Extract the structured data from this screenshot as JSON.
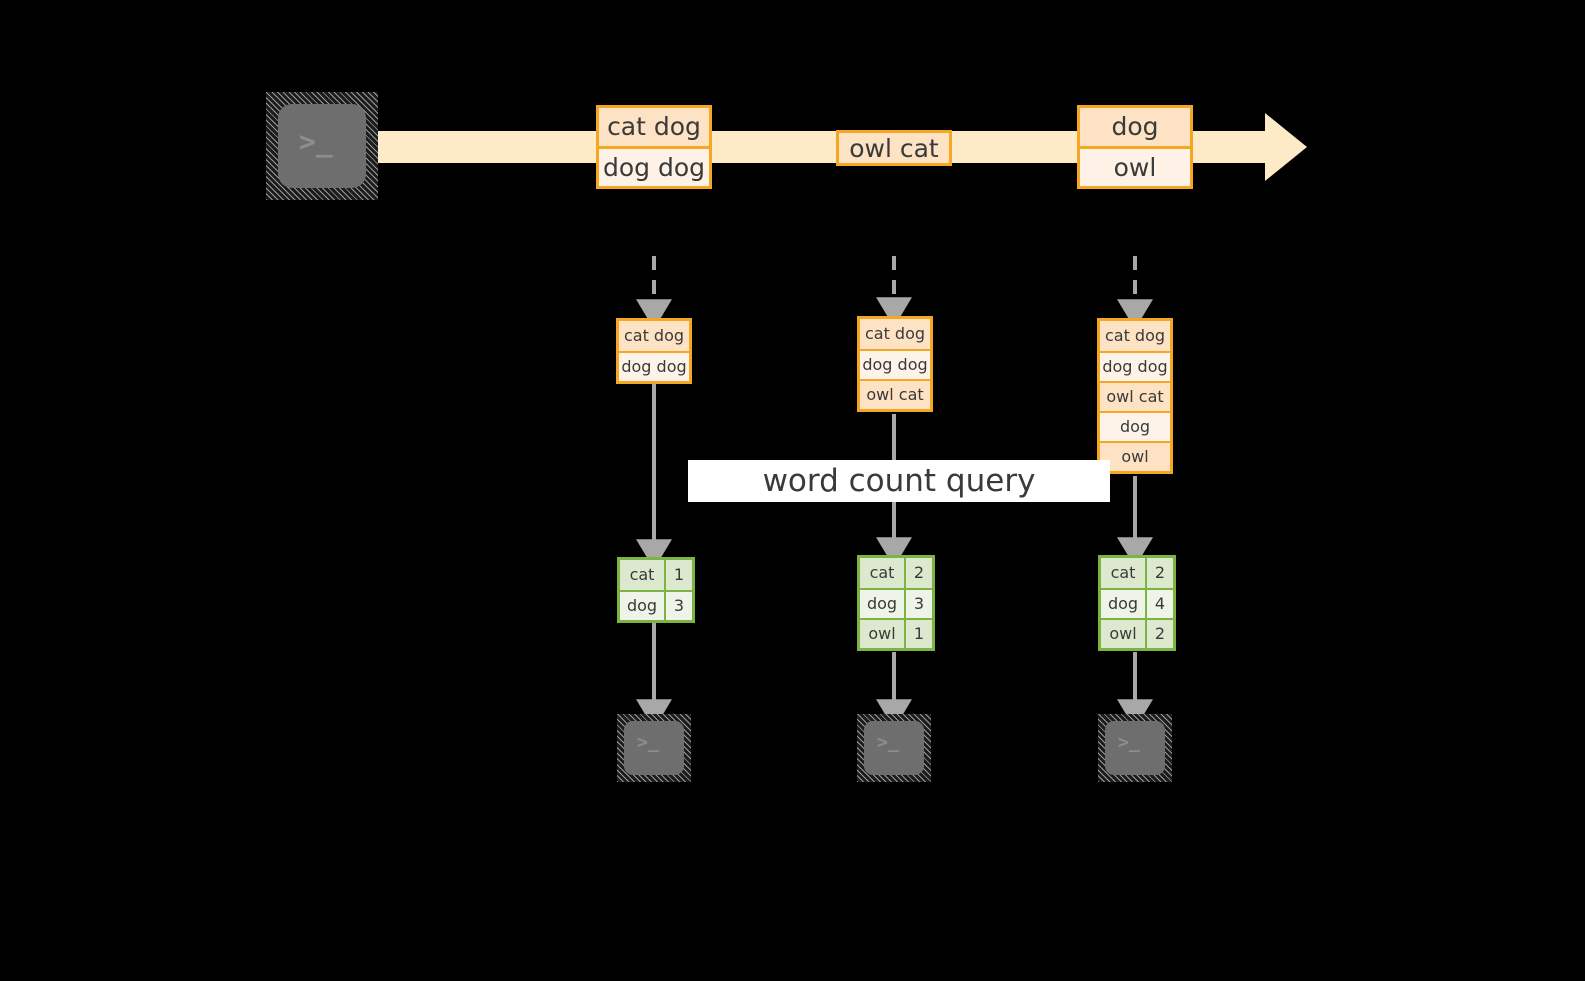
{
  "diagram": {
    "title_label": "word count query",
    "colors": {
      "stream_border": "#F5A623",
      "stream_fill_dark": "#FDE2C4",
      "stream_fill_light": "#FEF2E6",
      "timeline_arrow": "#FDEBC8",
      "result_border": "#7CB342",
      "result_fill_dark": "#DDE9CE",
      "result_fill_light": "#EEF4E8",
      "connector": "#A8A8A8",
      "terminal_body": "#6E6E6E",
      "background": "#000000",
      "label_band": "#FFFFFF"
    },
    "source": {
      "icon": "terminal-icon",
      "prompt_glyph": ">_"
    },
    "timeline": {
      "direction": "left-to-right",
      "arrow_name": "stream-timeline-arrow",
      "events": [
        {
          "id": "event-1",
          "lines": [
            "cat dog",
            "dog dog"
          ]
        },
        {
          "id": "event-2",
          "lines": [
            "owl cat"
          ]
        },
        {
          "id": "event-3",
          "lines": [
            "dog",
            "owl"
          ]
        }
      ]
    },
    "columns": [
      {
        "id": "column-1",
        "ingest_arrow": "dashed-ingest-arrow",
        "accumulated": [
          "cat dog",
          "dog dog"
        ],
        "result_header_hidden": true,
        "result": [
          {
            "word": "cat",
            "count": "1"
          },
          {
            "word": "dog",
            "count": "3"
          }
        ],
        "sink": {
          "icon": "terminal-icon",
          "prompt_glyph": ">_"
        }
      },
      {
        "id": "column-2",
        "ingest_arrow": "dashed-ingest-arrow",
        "accumulated": [
          "cat dog",
          "dog dog",
          "owl cat"
        ],
        "result_header_hidden": true,
        "result": [
          {
            "word": "cat",
            "count": "2"
          },
          {
            "word": "dog",
            "count": "3"
          },
          {
            "word": "owl",
            "count": "1"
          }
        ],
        "sink": {
          "icon": "terminal-icon",
          "prompt_glyph": ">_"
        }
      },
      {
        "id": "column-3",
        "ingest_arrow": "dashed-ingest-arrow",
        "accumulated": [
          "cat dog",
          "dog dog",
          "owl cat",
          "dog",
          "owl"
        ],
        "result_header_hidden": true,
        "result": [
          {
            "word": "cat",
            "count": "2"
          },
          {
            "word": "dog",
            "count": "4"
          },
          {
            "word": "owl",
            "count": "2"
          }
        ],
        "sink": {
          "icon": "terminal-icon",
          "prompt_glyph": ">_"
        }
      }
    ]
  }
}
